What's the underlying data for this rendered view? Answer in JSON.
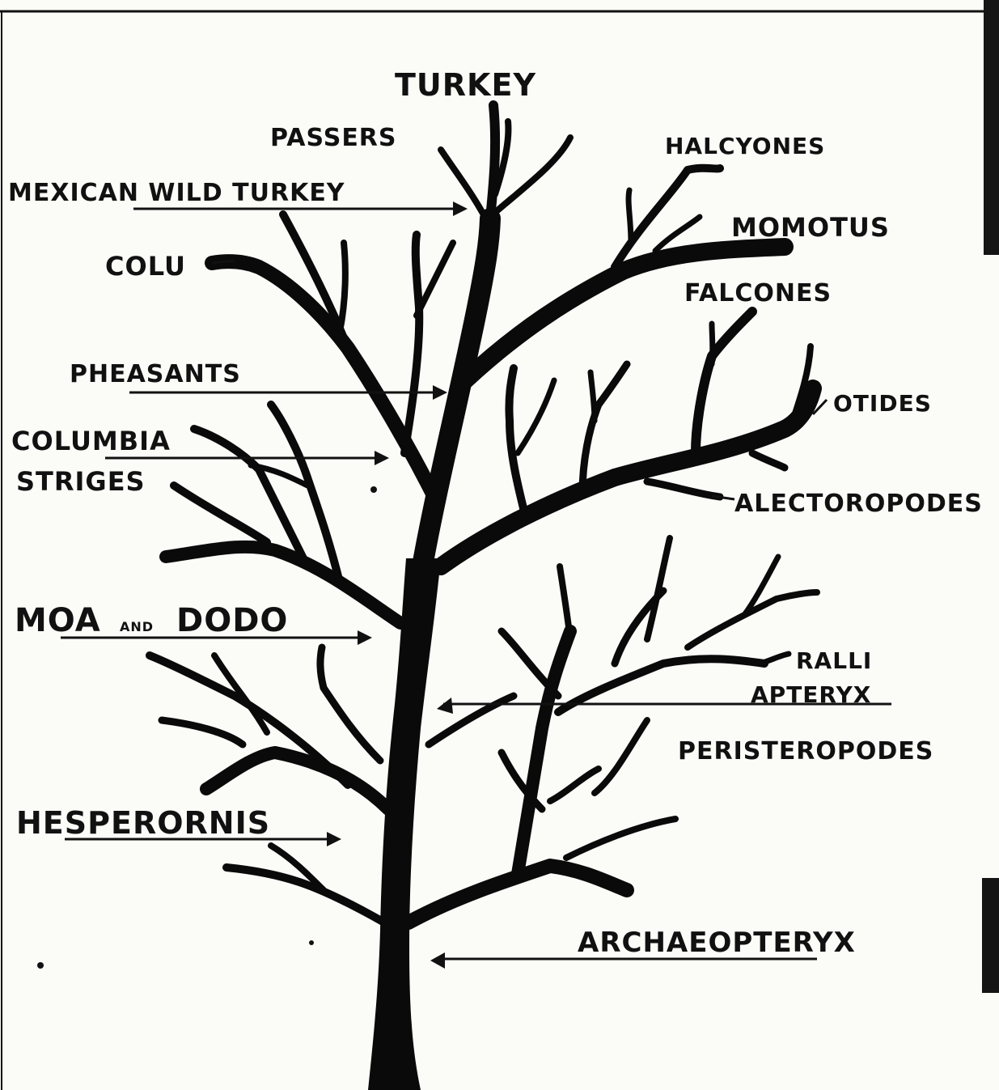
{
  "labels": {
    "turkey": "TURKEY",
    "passers": "PASSERS",
    "halcyones": "HALCYONES",
    "mexican_wild_turkey": "MEXICAN WILD TURKEY",
    "momotus": "MOMOTUS",
    "colu": "COLU",
    "falcones": "FALCONES",
    "pheasants": "PHEASANTS",
    "otides": "OTIDES",
    "columbia": "COLUMBIA",
    "striges": "STRIGES",
    "alectoropodes": "ALECTOROPODES",
    "moa_and_dodo_prefix": "MOA",
    "moa_and_dodo_and": "AND",
    "moa_and_dodo_suffix": "DODO",
    "ralli": "RALLI",
    "apteryx": "APTERYX",
    "peristeropodes": "PERISTEROPODES",
    "hesperornis": "HESPERORNIS",
    "archaeopteryx": "ARCHAEOPTERYX"
  },
  "colors": {
    "ink": "#0a0a0a",
    "paper": "#fbfbf8"
  }
}
